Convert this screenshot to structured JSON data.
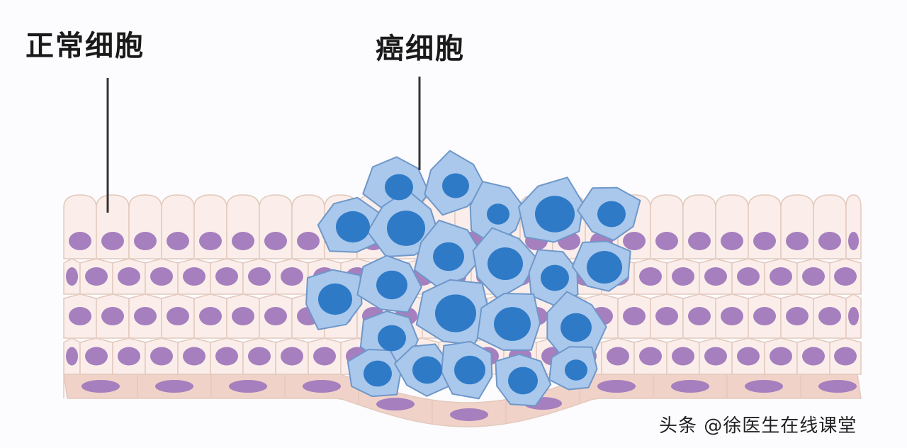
{
  "labels": {
    "normal_cells": "正常细胞",
    "cancer_cells": "癌细胞"
  },
  "watermark": "头条 @徐医生在线课堂",
  "colors": {
    "normal_cell_fill": "#fbeeea",
    "normal_cell_border": "#e2c9bd",
    "normal_nucleus": "#a57fbe",
    "basal_cell_fill": "#f1d2c8",
    "cancer_cell_fill": "#a9c8ec",
    "cancer_cell_border": "#6f97c9",
    "cancer_nucleus": "#2f7ac7",
    "pointer_line": "#333333"
  }
}
